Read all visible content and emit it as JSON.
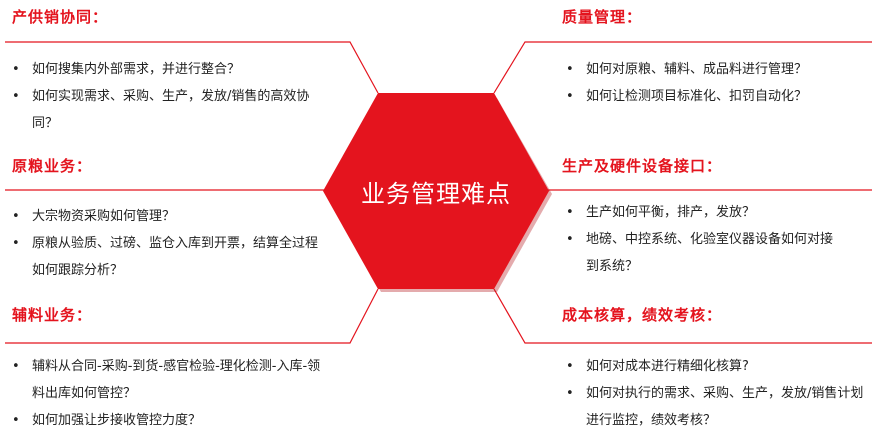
{
  "center": {
    "label": "业务管理难点",
    "fill_color": "#e4141e",
    "shadow_color": "#b30d14"
  },
  "accent_color": "#e4141e",
  "sections": {
    "supply": {
      "title": "产供销协同：",
      "items": [
        "如何搜集内外部需求，并进行整合？",
        "如何实现需求、采购、生产，发放/销售的高效协同？"
      ]
    },
    "grain": {
      "title": "原粮业务：",
      "items": [
        "大宗物资采购如何管理？",
        "原粮从验质、过磅、监仓入库到开票，结算全过程如何跟踪分析？"
      ]
    },
    "auxiliary": {
      "title": "辅料业务：",
      "items": [
        "辅料从合同-采购-到货-感官检验-理化检测-入库-领料出库如何管控？",
        "如何加强让步接收管控力度？"
      ]
    },
    "quality": {
      "title": "质量管理：",
      "items": [
        "如何对原粮、辅料、成品料进行管理？",
        "如何让检测项目标准化、扣罚自动化？"
      ]
    },
    "equipment": {
      "title": "生产及硬件设备接口：",
      "items": [
        "生产如何平衡，排产，发放？",
        "地磅、中控系统、化验室仪器设备如何对接到系统？"
      ]
    },
    "cost": {
      "title": "成本核算，绩效考核：",
      "items": [
        "如何对成本进行精细化核算?",
        "如何对执行的需求、采购、生产，发放/销售计划进行监控，绩效考核？"
      ]
    }
  }
}
